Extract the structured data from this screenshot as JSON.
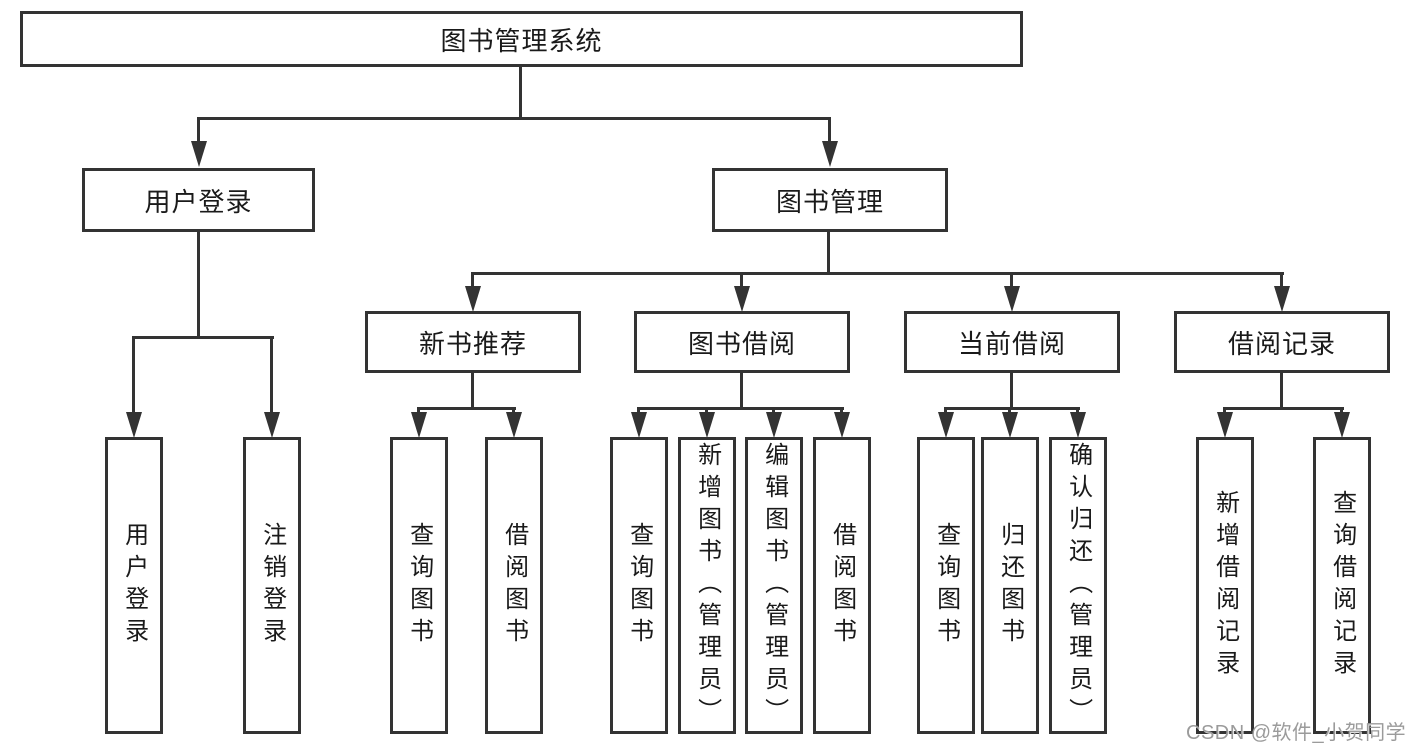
{
  "diagram": {
    "root": {
      "label": "图书管理系统"
    },
    "level1": [
      {
        "label": "用户登录"
      },
      {
        "label": "图书管理"
      }
    ],
    "level2": [
      {
        "label": "新书推荐"
      },
      {
        "label": "图书借阅"
      },
      {
        "label": "当前借阅"
      },
      {
        "label": "借阅记录"
      }
    ],
    "leaves": [
      {
        "label": "用户登录"
      },
      {
        "label": "注销登录"
      },
      {
        "label": "查询图书"
      },
      {
        "label": "借阅图书"
      },
      {
        "label": "查询图书"
      },
      {
        "label": "新增图书（管理员）"
      },
      {
        "label": "编辑图书（管理员）"
      },
      {
        "label": "借阅图书"
      },
      {
        "label": "查询图书"
      },
      {
        "label": "归还图书"
      },
      {
        "label": "确认归还（管理员）"
      },
      {
        "label": "新增借阅记录"
      },
      {
        "label": "查询借阅记录"
      }
    ]
  },
  "watermark": {
    "text": "CSDN @软件_小贺同学"
  },
  "colors": {
    "line": "#333333",
    "text": "#1a1a1a",
    "watermark": "#9b9b9b",
    "background": "#ffffff"
  }
}
